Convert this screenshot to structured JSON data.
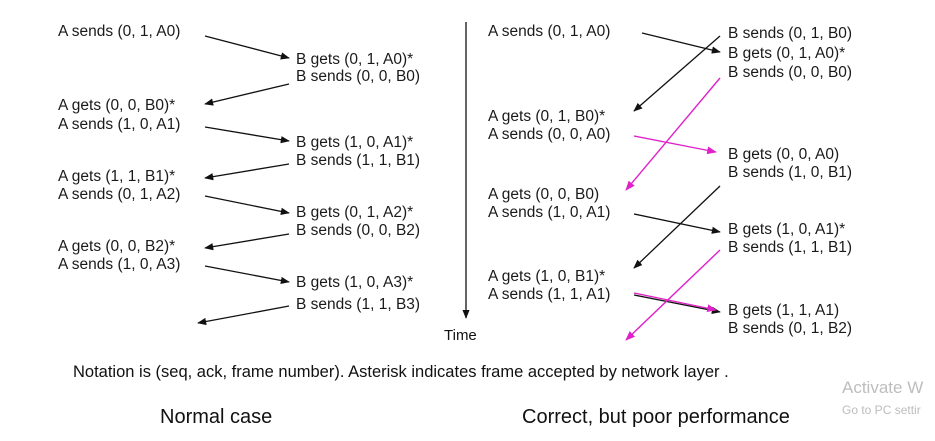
{
  "colors": {
    "ink": "#111111",
    "magenta": "#e020c8",
    "watermark": "#bdbdbd"
  },
  "normal": {
    "a_events": [
      "A sends (0, 1, A0)",
      "A gets (0, 0, B0)*",
      "A sends (1, 0, A1)",
      "A gets (1, 1, B1)*",
      "A sends (0, 1, A2)",
      "A gets (0, 0, B2)*",
      "A sends (1, 0, A3)"
    ],
    "b_events": [
      "B gets (0, 1, A0)*",
      "B sends (0, 0, B0)",
      "B gets (1, 0, A1)*",
      "B sends (1, 1, B1)",
      "B gets (0, 1, A2)*",
      "B sends (0, 0, B2)",
      "B gets (1, 0, A3)*",
      "B sends (1, 1, B3)"
    ]
  },
  "poor": {
    "a_events": [
      "A sends (0, 1, A0)",
      "A gets (0, 1, B0)*",
      "A sends (0, 0, A0)",
      "A gets (0, 0, B0)",
      "A sends (1, 0, A1)",
      "A gets (1, 0, B1)*",
      "A sends (1, 1, A1)"
    ],
    "b_events": [
      "B sends (0, 1, B0)",
      "B gets (0, 1, A0)*",
      "B sends (0, 0, B0)",
      "B gets (0, 0, A0)",
      "B sends (1, 0, B1)",
      "B gets (1, 0, A1)*",
      "B sends (1, 1, B1)",
      "B gets (1, 1, A1)",
      "B sends (0, 1, B2)"
    ]
  },
  "time_label": "Time",
  "notation": "Notation is (seq, ack, frame number). Asterisk indicates frame accepted by network layer .",
  "captions": {
    "left": "Normal case",
    "right": "Correct, but poor performance"
  },
  "watermark": {
    "line1": "Activate W",
    "line2": "Go to PC settir"
  }
}
